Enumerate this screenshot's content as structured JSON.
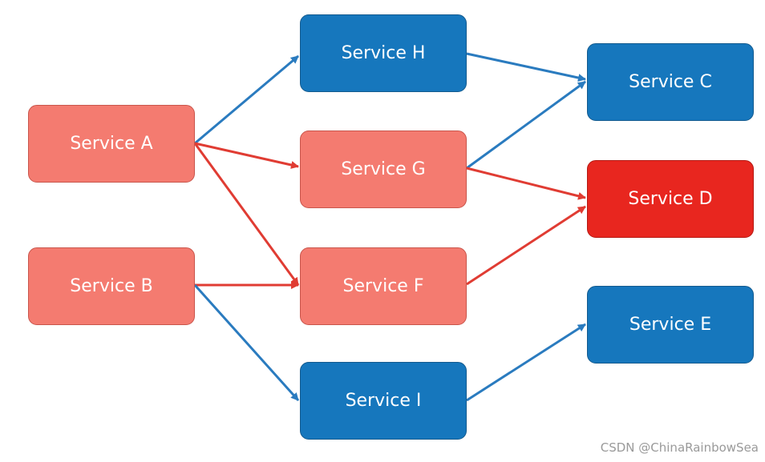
{
  "diagram": {
    "nodes": {
      "a": {
        "label": "Service A",
        "color": "#f47b70"
      },
      "b": {
        "label": "Service B",
        "color": "#f47b70"
      },
      "h": {
        "label": "Service H",
        "color": "#1677bd"
      },
      "g": {
        "label": "Service G",
        "color": "#f47b70"
      },
      "f": {
        "label": "Service F",
        "color": "#f47b70"
      },
      "i": {
        "label": "Service I",
        "color": "#1677bd"
      },
      "c": {
        "label": "Service C",
        "color": "#1677bd"
      },
      "d": {
        "label": "Service D",
        "color": "#e8261f"
      },
      "e": {
        "label": "Service E",
        "color": "#1677bd"
      }
    },
    "edges": [
      {
        "from": "a",
        "to": "h",
        "color": "#2a7bbf"
      },
      {
        "from": "a",
        "to": "g",
        "color": "#e03c33"
      },
      {
        "from": "a",
        "to": "f",
        "color": "#e03c33"
      },
      {
        "from": "b",
        "to": "f",
        "color": "#e03c33"
      },
      {
        "from": "b",
        "to": "i",
        "color": "#2a7bbf"
      },
      {
        "from": "h",
        "to": "c",
        "color": "#2a7bbf"
      },
      {
        "from": "g",
        "to": "c",
        "color": "#2a7bbf"
      },
      {
        "from": "g",
        "to": "d",
        "color": "#e03c33"
      },
      {
        "from": "f",
        "to": "d",
        "color": "#e03c33"
      },
      {
        "from": "i",
        "to": "e",
        "color": "#2a7bbf"
      }
    ]
  },
  "watermark": "CSDN @ChinaRainbowSea"
}
